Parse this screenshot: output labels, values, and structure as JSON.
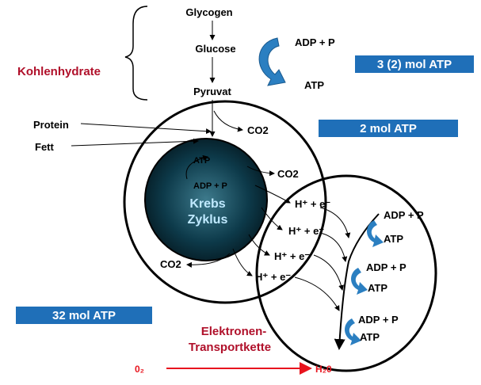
{
  "colors": {
    "banner": "#1f6fb8",
    "krebs_fill": "#0d3a4a",
    "label_red": "#b0102a",
    "o2_red": "#e8141e"
  },
  "carbohydrates": {
    "label": "Kohlenhydrate",
    "glycogen": "Glycogen",
    "glucose": "Glucose",
    "pyruvate": "Pyruvat"
  },
  "glycolysis_adp": "ADP + P",
  "glycolysis_atp": "ATP",
  "banner_glycolysis": "3 (2) mol ATP",
  "banner_citrate": "2 mol ATP",
  "banner_etc": "32 mol ATP",
  "protein": "Protein",
  "fat": "Fett",
  "co2": "CO2",
  "krebs": {
    "line1": "Krebs",
    "line2": "Zyklus",
    "atp": "ATP",
    "adp": "ADP + P"
  },
  "h_e": "H⁺ + e⁻",
  "etc_pairs": [
    {
      "adp": "ADP + P",
      "atp": "ATP"
    },
    {
      "adp": "ADP + P",
      "atp": "ATP"
    },
    {
      "adp": "ADP + P",
      "atp": "ATP"
    }
  ],
  "etc_label": {
    "line1": "Elektronen-",
    "line2": "Transportkette"
  },
  "oxygen": "0₂",
  "water": "H₂0"
}
